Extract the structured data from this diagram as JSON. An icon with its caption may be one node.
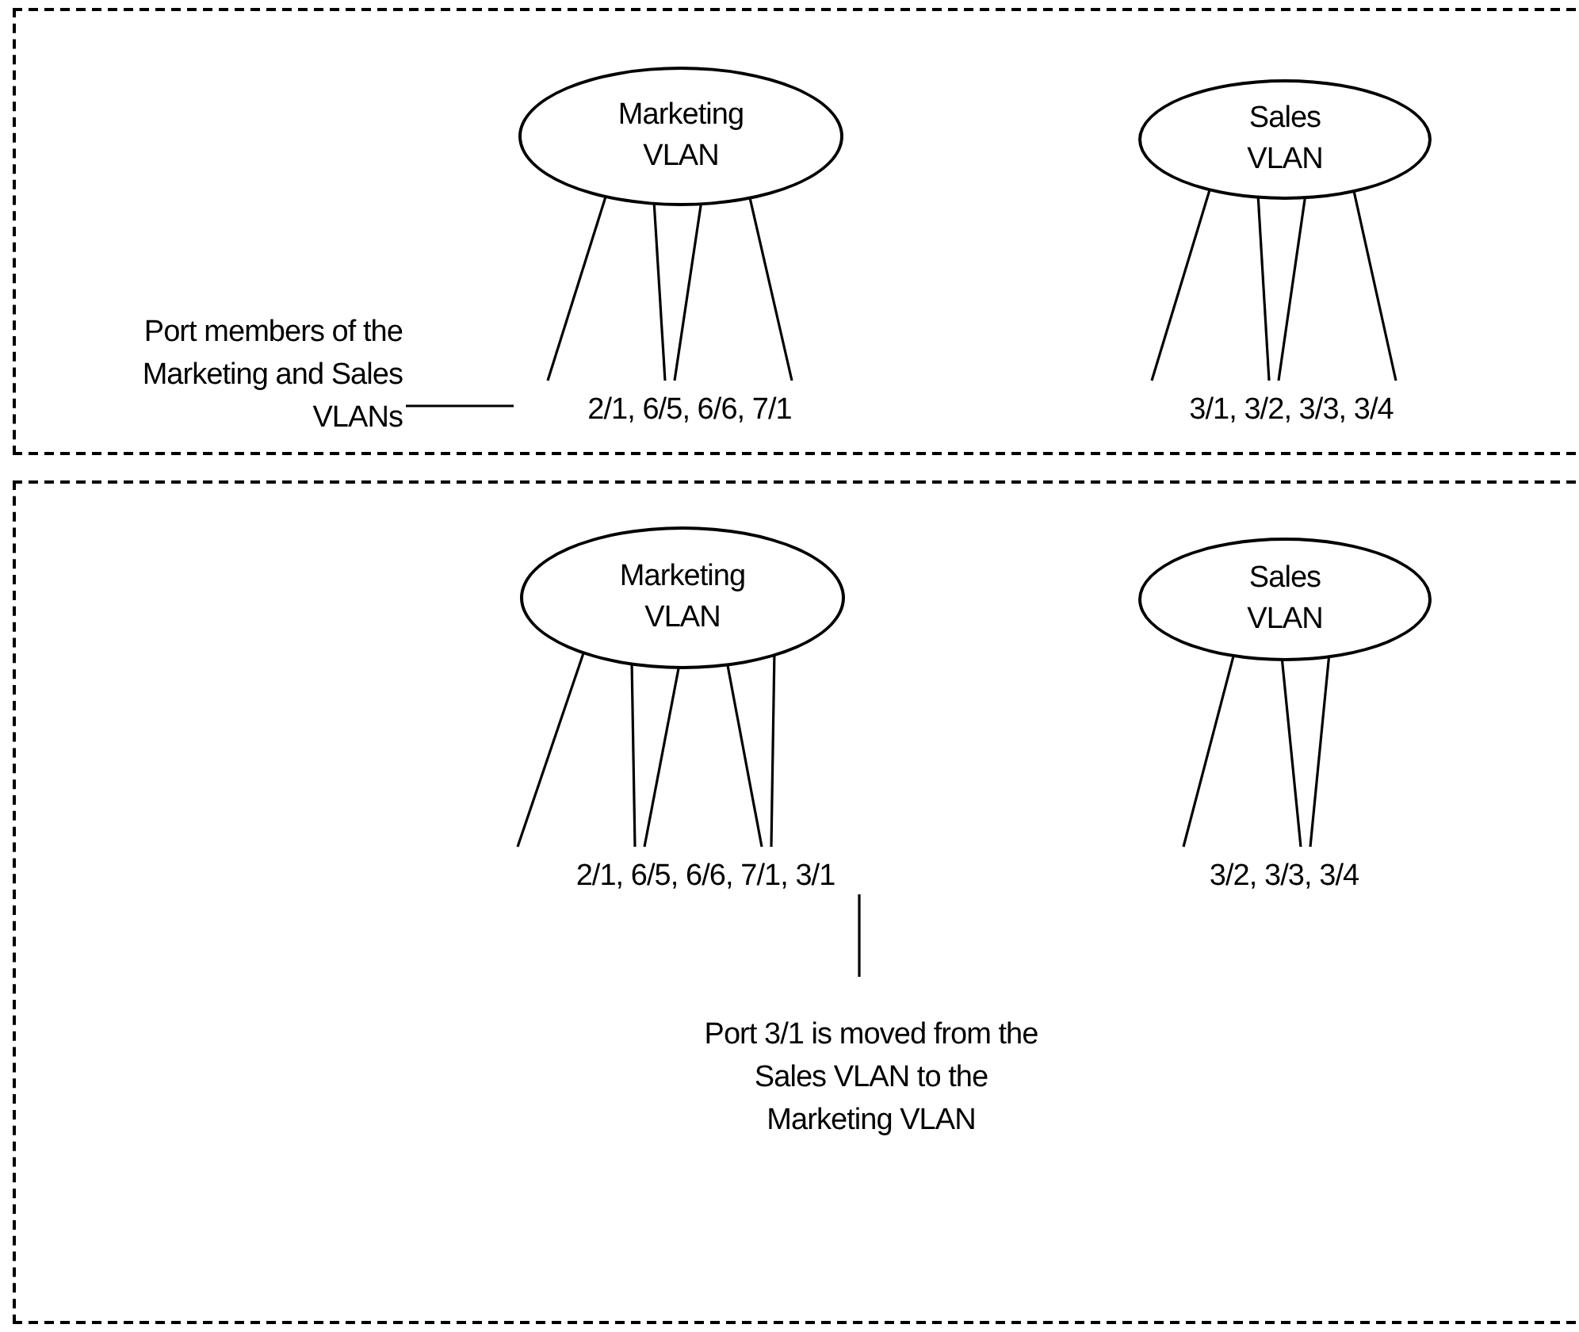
{
  "diagram": {
    "nodes": [
      {
        "text": [],
        "shape": "box"
      },
      {
        "text": [
          "Marketing VLAN"
        ],
        "in": 0
      },
      {
        "text": [
          "Sales VLAN"
        ],
        "in": 0
      },
      {
        "text": [
          "2/1, 6/5, 6/6, 7/1"
        ],
        "in": 0
      },
      {
        "text": [
          "3/1, 3/2, 3/3, 3/4"
        ],
        "in": 0
      },
      {
        "text": [
          "Port members of the Marketing and Sales VLANs"
        ],
        "in": 0
      },
      {
        "text": [],
        "shape": "box"
      },
      {
        "text": [
          "Marketing VLAN"
        ],
        "in": 6
      },
      {
        "text": [
          "Sales VLAN"
        ],
        "in": 6
      },
      {
        "text": [
          "2/1, 6/5, 6/6, 7/1, 3/1"
        ],
        "in": 6
      },
      {
        "text": [
          "3/2, 3/3, 3/4"
        ],
        "in": 6
      },
      {
        "text": [
          "Port 3/1 is moved from the Sales VLAN to the Marketing VLAN"
        ],
        "in": 6
      }
    ],
    "edges": [
      {
        "from": 1,
        "to": 3,
        "arrow": "none"
      },
      {
        "from": 1,
        "to": 3,
        "arrow": "none"
      },
      {
        "from": 1,
        "to": 3,
        "arrow": "none"
      },
      {
        "from": 1,
        "to": 3,
        "arrow": "none"
      },
      {
        "from": 2,
        "to": 4,
        "arrow": "none"
      },
      {
        "from": 2,
        "to": 4,
        "arrow": "none"
      },
      {
        "from": 2,
        "to": 4,
        "arrow": "none"
      },
      {
        "from": 2,
        "to": 4,
        "arrow": "none"
      },
      {
        "from": 5,
        "to": 3,
        "arrow": "none"
      },
      {
        "from": 7,
        "to": 9,
        "arrow": "none"
      },
      {
        "from": 7,
        "to": 9,
        "arrow": "none"
      },
      {
        "from": 7,
        "to": 9,
        "arrow": "none"
      },
      {
        "from": 7,
        "to": 9,
        "arrow": "none"
      },
      {
        "from": 7,
        "to": 9,
        "arrow": "none"
      },
      {
        "from": 8,
        "to": 10,
        "arrow": "none"
      },
      {
        "from": 8,
        "to": 10,
        "arrow": "none"
      },
      {
        "from": 8,
        "to": 10,
        "arrow": "none"
      },
      {
        "from": 11,
        "to": 9,
        "arrow": "none"
      }
    ]
  }
}
